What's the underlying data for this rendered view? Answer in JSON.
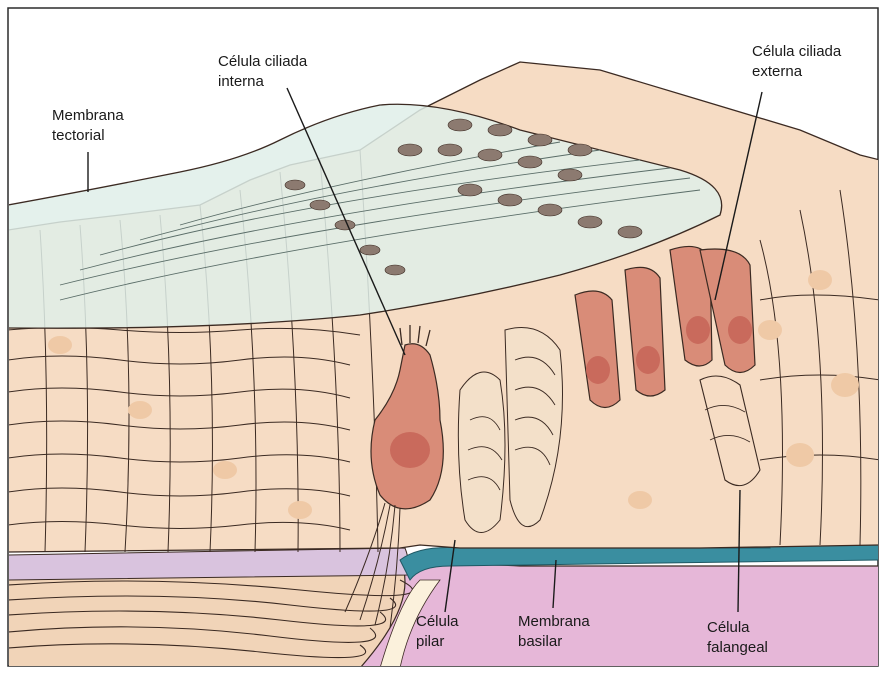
{
  "labels": {
    "tectorial_membrane": [
      "Membrana",
      "tectorial"
    ],
    "inner_hair_cell": [
      "Célula ciliada",
      "interna"
    ],
    "outer_hair_cell": [
      "Célula ciliada",
      "externa"
    ],
    "pillar_cell": [
      "Célula",
      "pilar"
    ],
    "basilar_membrane": [
      "Membrana",
      "basilar"
    ],
    "phalangeal_cell": [
      "Célula",
      "falangeal"
    ]
  },
  "colors": {
    "tectorial_membrane": "#dfeee9",
    "support_cells": "#f6dcc4",
    "hair_cell": "#d98c78",
    "hair_cell_nucleus": "#c96a5c",
    "basilar_membrane": "#3a8ea0",
    "lower_tissue": "#e6b7d8",
    "nerve_band": "#d9c3de",
    "outline": "#3b2a22"
  }
}
